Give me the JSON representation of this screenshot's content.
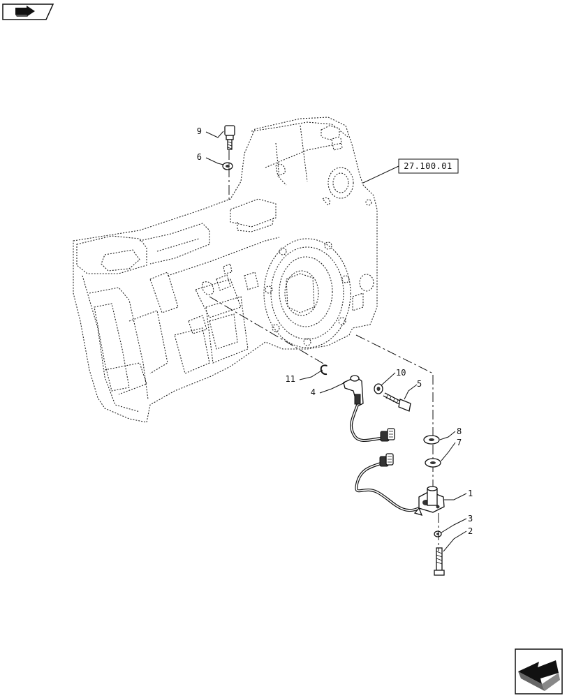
{
  "reference_box": {
    "label": "27.100.01"
  },
  "callouts": {
    "c1": "1",
    "c2": "2",
    "c3": "3",
    "c4": "4",
    "c5": "5",
    "c6": "6",
    "c7": "7",
    "c8": "8",
    "c9": "9",
    "c10": "10",
    "c11": "11"
  },
  "icons": {
    "top_left": "book-arrow-icon",
    "bottom_right": "next-page-arrow-icon"
  }
}
